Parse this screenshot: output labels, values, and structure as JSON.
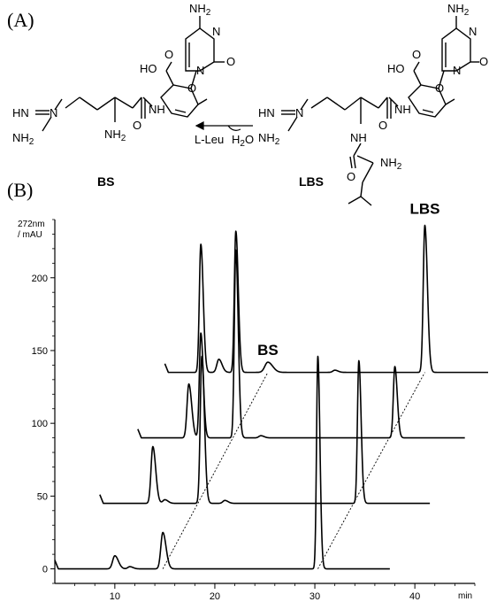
{
  "panel_labels": {
    "a": "(A)",
    "b": "(B)"
  },
  "scheme": {
    "bs_label": "BS",
    "lbs_label": "LBS",
    "reagent": "L-Leu",
    "water": "H2O",
    "atoms": {
      "nh2": "NH2",
      "ho": "HO",
      "o": "O",
      "n": "N",
      "nh": "NH",
      "hn": "HN"
    }
  },
  "chart_data": {
    "type": "line",
    "title": "",
    "xlabel": "min",
    "ylabel": "272nm\n/ mAU",
    "ylabel_lines": [
      "272nm",
      "/ mAU"
    ],
    "xlim": [
      4,
      46
    ],
    "ylim": [
      -10,
      240
    ],
    "x_ticks": [
      10,
      20,
      30,
      40
    ],
    "y_ticks": [
      0,
      50,
      100,
      150,
      200
    ],
    "x_tick_labels": [
      "10",
      "20",
      "30",
      "40"
    ],
    "y_tick_labels": [
      "0",
      "50",
      "100",
      "150",
      "200"
    ],
    "series": [
      {
        "baseline": 0,
        "x_start": 4,
        "x_end": 37.5,
        "peaks": [
          {
            "x": 10.0,
            "height": 9,
            "width": 0.22
          },
          {
            "x": 11.5,
            "height": 1.5,
            "width": 0.2
          },
          {
            "x": 14.8,
            "height": 25,
            "width": 0.2
          },
          {
            "x": 30.3,
            "height": 146,
            "width": 0.13
          }
        ]
      },
      {
        "baseline": 45,
        "x_start": 8.5,
        "x_end": 41.5,
        "peaks": [
          {
            "x": 13.8,
            "height": 39,
            "width": 0.18
          },
          {
            "x": 15.0,
            "height": 2.5,
            "width": 0.2
          },
          {
            "x": 18.7,
            "height": 101,
            "width": 0.16
          },
          {
            "x": 21.0,
            "height": 2,
            "width": 0.2
          },
          {
            "x": 34.4,
            "height": 98,
            "width": 0.14
          }
        ]
      },
      {
        "baseline": 90,
        "x_start": 12.3,
        "x_end": 45,
        "peaks": [
          {
            "x": 17.4,
            "height": 37,
            "width": 0.18
          },
          {
            "x": 18.6,
            "height": 72,
            "width": 0.15
          },
          {
            "x": 22.1,
            "height": 129,
            "width": 0.15
          },
          {
            "x": 24.6,
            "height": 1.5,
            "width": 0.2
          },
          {
            "x": 38.0,
            "height": 49,
            "width": 0.15
          }
        ]
      },
      {
        "baseline": 135,
        "x_start": 15,
        "x_end": 49,
        "peaks": [
          {
            "x": 18.6,
            "height": 88,
            "width": 0.15
          },
          {
            "x": 20.4,
            "height": 9,
            "width": 0.2
          },
          {
            "x": 22.1,
            "height": 97,
            "width": 0.15
          },
          {
            "x": 25.3,
            "height": 7,
            "width": 0.3
          },
          {
            "x": 32.0,
            "height": 1.5,
            "width": 0.2
          },
          {
            "x": 41.0,
            "height": 101,
            "width": 0.16
          }
        ]
      }
    ],
    "guide_lines": [
      {
        "points": [
          [
            14.8,
            0
          ],
          [
            25.3,
            135
          ]
        ]
      },
      {
        "points": [
          [
            30.3,
            0
          ],
          [
            41.0,
            135
          ]
        ]
      }
    ],
    "annotations": [
      {
        "text": "BS",
        "x": 25.3,
        "y": 147
      },
      {
        "text": "LBS",
        "x": 41.0,
        "y": 244
      }
    ],
    "grid": false,
    "legend": "none"
  }
}
